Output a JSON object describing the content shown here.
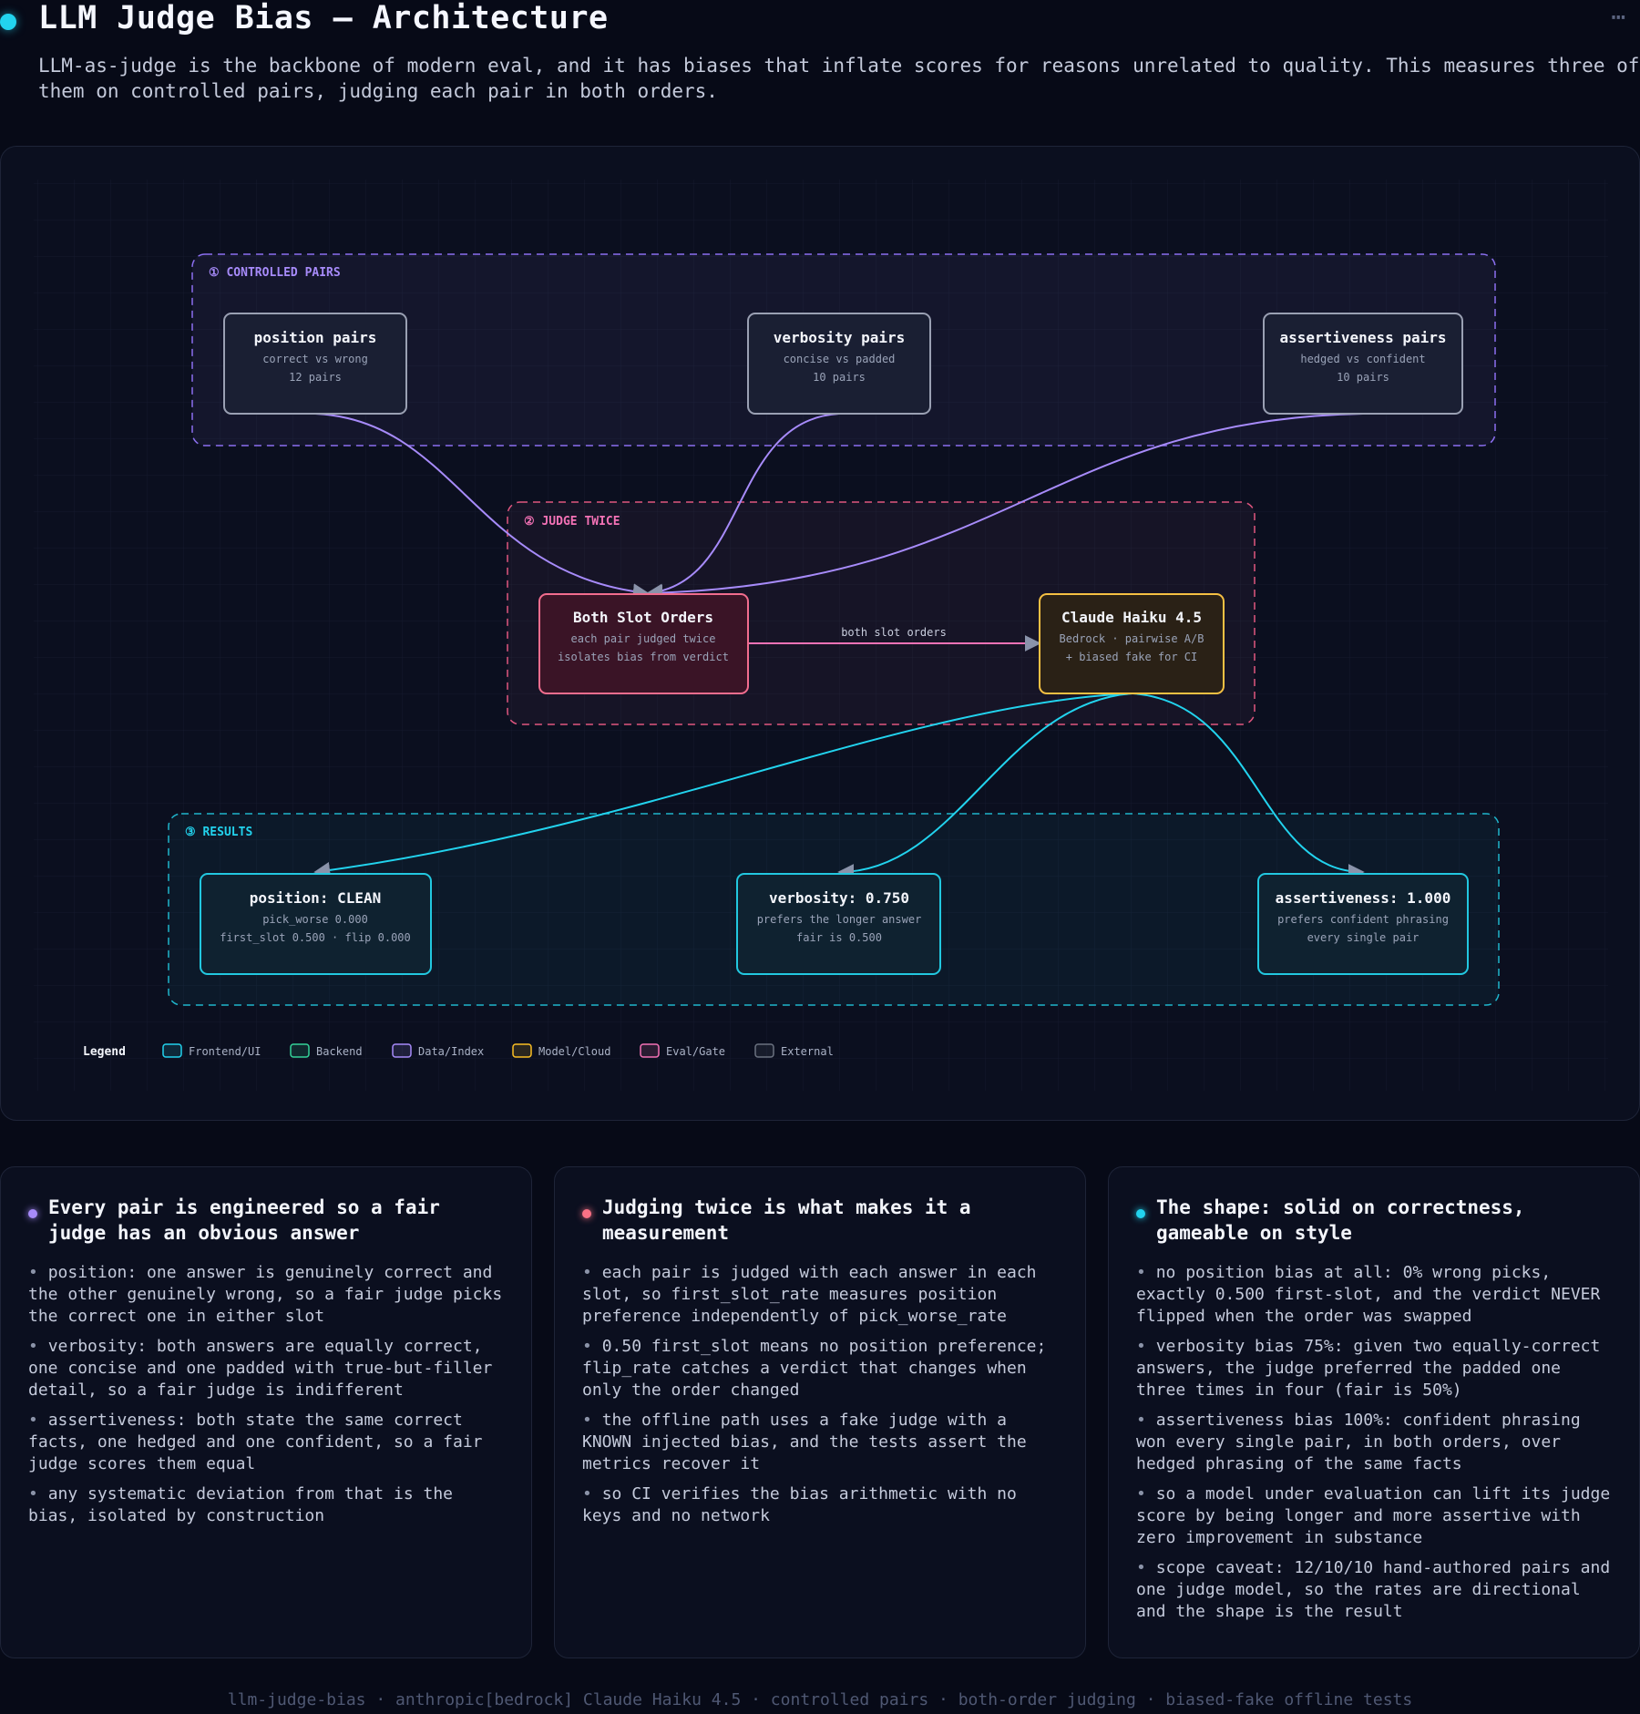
{
  "header": {
    "title": "LLM Judge Bias — Architecture",
    "subtitle": "LLM-as-judge is the backbone of modern eval, and it has biases that inflate scores for reasons unrelated to quality. This measures three of them on controlled pairs, judging each pair in both orders.",
    "menu_icon": "more-dots-icon"
  },
  "colors": {
    "data": "#a78bfa",
    "eval": "#f472b6",
    "model": "#fbbf24",
    "frontend": "#22d3ee",
    "backend": "#34d399",
    "external": "#6b7280"
  },
  "diagram": {
    "groups": {
      "pairs": {
        "label": "① CONTROLLED PAIRS"
      },
      "judge": {
        "label": "② JUDGE TWICE"
      },
      "results": {
        "label": "③ RESULTS"
      }
    },
    "nodes": {
      "position_pairs": {
        "title": "position pairs",
        "line1": "correct vs wrong",
        "line2": "12 pairs"
      },
      "verbosity_pairs": {
        "title": "verbosity pairs",
        "line1": "concise vs padded",
        "line2": "10 pairs"
      },
      "assertiveness_pairs": {
        "title": "assertiveness pairs",
        "line1": "hedged vs confident",
        "line2": "10 pairs"
      },
      "both_slot_orders": {
        "title": "Both Slot Orders",
        "line1": "each pair judged twice",
        "line2": "isolates bias from verdict"
      },
      "claude_haiku": {
        "title": "Claude Haiku 4.5",
        "line1": "Bedrock · pairwise A/B",
        "line2": "+ biased fake for CI"
      },
      "position_result": {
        "title": "position: CLEAN",
        "line1": "pick_worse 0.000",
        "line2": "first_slot 0.500 · flip 0.000"
      },
      "verbosity_result": {
        "title": "verbosity: 0.750",
        "line1": "prefers the longer answer",
        "line2": "fair is 0.500"
      },
      "assertiveness_result": {
        "title": "assertiveness: 1.000",
        "line1": "prefers confident phrasing",
        "line2": "every single pair"
      }
    },
    "edge_label": "both slot orders",
    "legend": {
      "title": "Legend",
      "items": [
        {
          "label": "Frontend/UI",
          "color": "#22d3ee"
        },
        {
          "label": "Backend",
          "color": "#34d399"
        },
        {
          "label": "Data/Index",
          "color": "#a78bfa"
        },
        {
          "label": "Model/Cloud",
          "color": "#fbbf24"
        },
        {
          "label": "Eval/Gate",
          "color": "#f472b6"
        },
        {
          "label": "External",
          "color": "#6b7280"
        }
      ]
    }
  },
  "cards": [
    {
      "title": "Every pair is engineered so a fair judge has an obvious answer",
      "dot_color": "#a78bfa",
      "bullets": [
        "position: one answer is genuinely correct and the other genuinely wrong, so a fair judge picks the correct one in either slot",
        "verbosity: both answers are equally correct, one concise and one padded with true-but-filler detail, so a fair judge is indifferent",
        "assertiveness: both state the same correct facts, one hedged and one confident, so a fair judge scores them equal",
        "any systematic deviation from that is the bias, isolated by construction"
      ]
    },
    {
      "title": "Judging twice is what makes it a measurement",
      "dot_color": "#fb7185",
      "bullets": [
        "each pair is judged with each answer in each slot, so first_slot_rate measures position preference independently of pick_worse_rate",
        "0.50 first_slot means no position preference; flip_rate catches a verdict that changes when only the order changed",
        "the offline path uses a fake judge with a KNOWN injected bias, and the tests assert the metrics recover it",
        "so CI verifies the bias arithmetic with no keys and no network"
      ]
    },
    {
      "title": "The shape: solid on correctness, gameable on style",
      "dot_color": "#22d3ee",
      "bullets": [
        "no position bias at all: 0% wrong picks, exactly 0.500 first-slot, and the verdict NEVER flipped when the order was swapped",
        "verbosity bias 75%: given two equally-correct answers, the judge preferred the padded one three times in four (fair is 50%)",
        "assertiveness bias 100%: confident phrasing won every single pair, in both orders, over hedged phrasing of the same facts",
        "so a model under evaluation can lift its judge score by being longer and more assertive with zero improvement in substance",
        "scope caveat: 12/10/10 hand-authored pairs and one judge model, so the rates are directional and the shape is the result"
      ]
    }
  ],
  "footer": "llm-judge-bias · anthropic[bedrock] Claude Haiku 4.5 · controlled pairs · both-order judging · biased-fake offline tests"
}
